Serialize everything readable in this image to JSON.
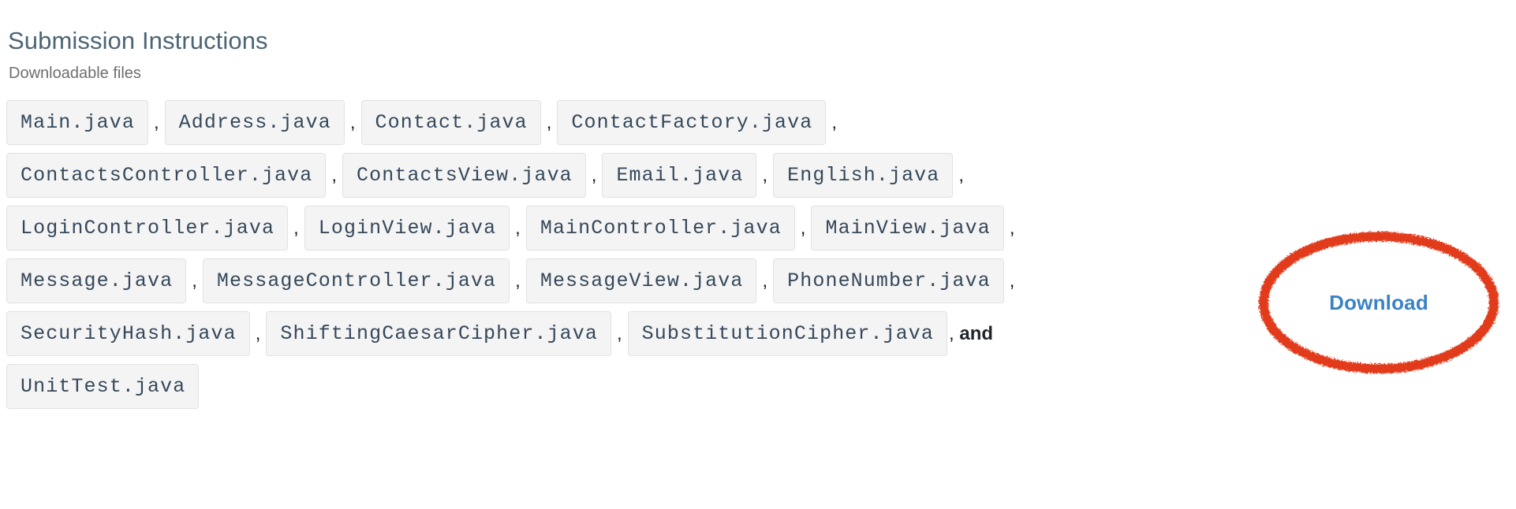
{
  "header": {
    "title": "Submission Instructions"
  },
  "files_section": {
    "label": "Downloadable files",
    "separator_comma": ",",
    "separator_and": "and",
    "files": [
      "Main.java",
      "Address.java",
      "Contact.java",
      "ContactFactory.java",
      "ContactsController.java",
      "ContactsView.java",
      "Email.java",
      "English.java",
      "LoginController.java",
      "LoginView.java",
      "MainController.java",
      "MainView.java",
      "Message.java",
      "MessageController.java",
      "MessageView.java",
      "PhoneNumber.java",
      "SecurityHash.java",
      "ShiftingCaesarCipher.java",
      "SubstitutionCipher.java",
      "UnitTest.java"
    ],
    "file_count": 20
  },
  "download": {
    "label": "Download"
  },
  "annotation": {
    "shape": "hand-drawn-ellipse",
    "target": "Download",
    "color": "#e23b1e"
  },
  "colors": {
    "page_background": "#ffffff",
    "heading_text": "#4c6575",
    "sub_label_text": "#6e6e6e",
    "chip_background": "#f4f4f4",
    "chip_border": "#e2e2e2",
    "chip_text": "#35485a",
    "link_blue": "#3a83c4",
    "annotation_red": "#e23b1e"
  }
}
